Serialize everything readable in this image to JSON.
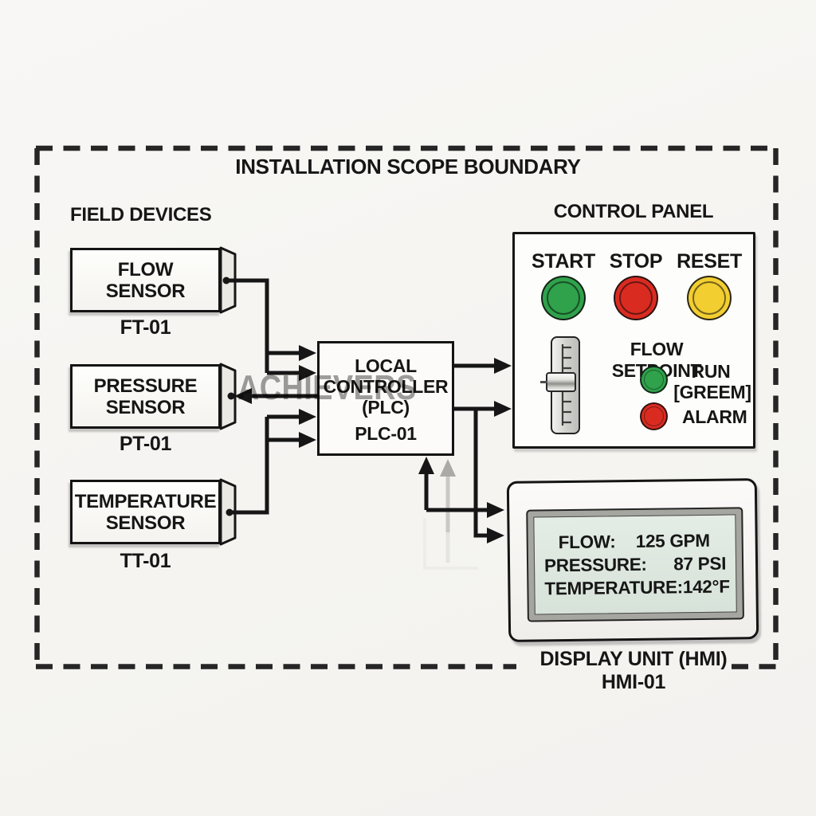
{
  "boundary": {
    "title": "INSTALLATION SCOPE BOUNDARY"
  },
  "watermark": {
    "text": "ACHIEVERS"
  },
  "field_devices": {
    "heading": "FIELD DEVICES",
    "sensors": [
      {
        "line1": "FLOW",
        "line2": "SENSOR",
        "tag": "FT-01"
      },
      {
        "line1": "PRESSURE",
        "line2": "SENSOR",
        "tag": "PT-01"
      },
      {
        "line1": "TEMPERATURE",
        "line2": "SENSOR",
        "tag": "TT-01"
      }
    ]
  },
  "plc": {
    "line1": "LOCAL",
    "line2": "CONTROLLER",
    "line3": "(PLC)",
    "tag": "PLC-01"
  },
  "control_panel": {
    "heading": "CONTROL PANEL",
    "buttons": [
      {
        "label": "START",
        "color": "#2fa24b"
      },
      {
        "label": "STOP",
        "color": "#da2b21"
      },
      {
        "label": "RESET",
        "color": "#f2ce31"
      }
    ],
    "slider_label": "FLOW SETPOINT",
    "indicators": [
      {
        "label": "RUN",
        "sublabel": "[GREEM]",
        "color": "#2fa24b"
      },
      {
        "label": "ALARM",
        "sublabel": "",
        "color": "#da2b21"
      }
    ]
  },
  "hmi": {
    "screen_lines": [
      {
        "label": "FLOW:",
        "value": "125 GPM"
      },
      {
        "label": "PRESSURE:",
        "value": "87 PSI"
      },
      {
        "label": "TEMPERATURE:",
        "value": "142°F"
      }
    ],
    "caption": "DISPLAY UNIT (HMI)",
    "tag": "HMI-01"
  },
  "colors": {
    "line": "#161616",
    "ghost_line": "#9c9c9a",
    "screen": "#dde8e0",
    "watermark": "#8a8a8a"
  }
}
